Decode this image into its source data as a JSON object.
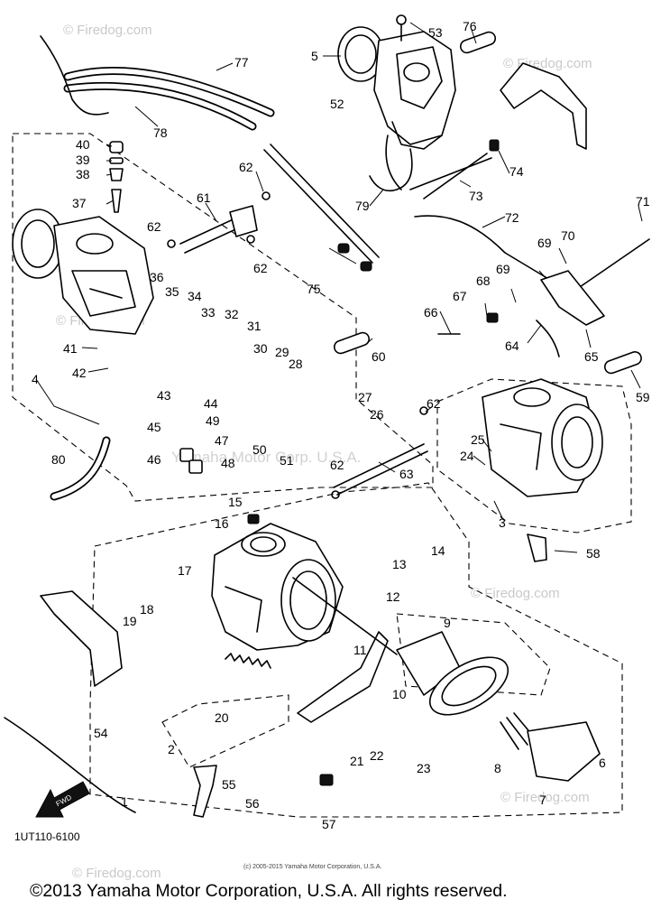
{
  "diagram": {
    "part_code": "1UT110-6100",
    "small_copyright": "(c) 2005-2015 Yamaha Motor Corporation, U.S.A.",
    "footer": "©2013 Yamaha Motor Corporation, U.S.A. All rights reserved.",
    "watermark": "© Firedog.com",
    "watermark_center": "Yamaha Motor Corp. U.S.A.",
    "fwd_label": "FWD",
    "callouts": [
      "1",
      "2",
      "3",
      "4",
      "5",
      "6",
      "7",
      "8",
      "9",
      "10",
      "11",
      "12",
      "13",
      "14",
      "15",
      "16",
      "17",
      "18",
      "19",
      "20",
      "21",
      "22",
      "23",
      "24",
      "25",
      "26",
      "27",
      "28",
      "29",
      "30",
      "31",
      "32",
      "33",
      "34",
      "35",
      "36",
      "37",
      "38",
      "39",
      "40",
      "41",
      "42",
      "43",
      "44",
      "45",
      "46",
      "47",
      "48",
      "49",
      "50",
      "51",
      "52",
      "53",
      "54",
      "55",
      "56",
      "57",
      "58",
      "59",
      "60",
      "61",
      "62",
      "62",
      "62",
      "62",
      "62",
      "63",
      "64",
      "65",
      "66",
      "67",
      "68",
      "69",
      "69",
      "70",
      "71",
      "72",
      "73",
      "74",
      "75",
      "76",
      "77",
      "78",
      "79",
      "80"
    ]
  }
}
